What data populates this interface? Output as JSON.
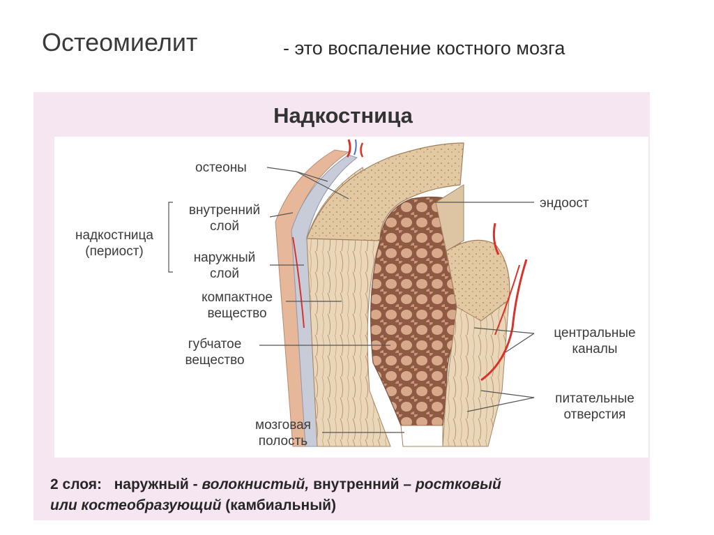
{
  "slide": {
    "title": "Остеомиелит",
    "subtitle": "- это воспаление костного мозга"
  },
  "figure": {
    "title": "Надкостница",
    "labels": {
      "osteons": "остеоны",
      "inner_layer_1": "внутренний",
      "inner_layer_2": "слой",
      "periosteum_1": "надкостница",
      "periosteum_2": "(периост)",
      "outer_layer_1": "наружный",
      "outer_layer_2": "слой",
      "compact_1": "компактное",
      "compact_2": "вещество",
      "spongy_1": "губчатое",
      "spongy_2": "вещество",
      "marrow_1": "мозговая",
      "marrow_2": "полость",
      "endosteum": "эндоост",
      "central_1": "центральные",
      "central_2": "каналы",
      "nutrient_1": "питательные",
      "nutrient_2": "отверстия"
    },
    "caption": {
      "prefix": "2 слоя:",
      "outer": "наружный -",
      "outer_type": "волокнистый,",
      "inner": "внутренний –",
      "inner_type": "ростковый",
      "line2_italic": "или костеобразующий",
      "line2_end": "(камбиальный)"
    }
  },
  "colors": {
    "panel_bg": "#f6e6f1",
    "bone": "#e6cfb0",
    "spongy": "#b9876c",
    "vessel_red": "#d8322a",
    "vessel_blue": "#4a6fd0"
  }
}
